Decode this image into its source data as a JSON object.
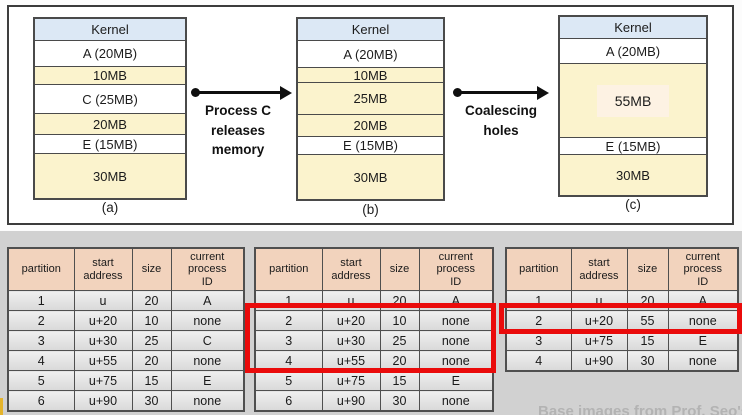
{
  "diagram": {
    "stacks": [
      {
        "caption": "(a)",
        "blocks": [
          "Kernel",
          "A (20MB)",
          "10MB",
          "C (25MB)",
          "20MB",
          "E (15MB)",
          "30MB"
        ]
      },
      {
        "caption": "(b)",
        "blocks": [
          "Kernel",
          "A (20MB)",
          "10MB",
          "25MB",
          "20MB",
          "E (15MB)",
          "30MB"
        ]
      },
      {
        "caption": "(c)",
        "blocks": [
          "Kernel",
          "A (20MB)",
          "55MB",
          "E (15MB)",
          "30MB"
        ]
      }
    ],
    "arrows": [
      {
        "label": "Process C\nreleases\nmemory"
      },
      {
        "label": "Coalescing\nholes"
      }
    ]
  },
  "tables": [
    {
      "headers": [
        "partition",
        "start\naddress",
        "size",
        "current\nprocess\nID"
      ],
      "rows": [
        [
          "1",
          "u",
          "20",
          "A"
        ],
        [
          "2",
          "u+20",
          "10",
          "none"
        ],
        [
          "3",
          "u+30",
          "25",
          "C"
        ],
        [
          "4",
          "u+55",
          "20",
          "none"
        ],
        [
          "5",
          "u+75",
          "15",
          "E"
        ],
        [
          "6",
          "u+90",
          "30",
          "none"
        ]
      ]
    },
    {
      "headers": [
        "partition",
        "start\naddress",
        "size",
        "current\nprocess\nID"
      ],
      "rows": [
        [
          "1",
          "u",
          "20",
          "A"
        ],
        [
          "2",
          "u+20",
          "10",
          "none"
        ],
        [
          "3",
          "u+30",
          "25",
          "none"
        ],
        [
          "4",
          "u+55",
          "20",
          "none"
        ],
        [
          "5",
          "u+75",
          "15",
          "E"
        ],
        [
          "6",
          "u+90",
          "30",
          "none"
        ]
      ]
    },
    {
      "headers": [
        "partition",
        "start\naddress",
        "size",
        "current\nprocess\nID"
      ],
      "rows": [
        [
          "1",
          "u",
          "20",
          "A"
        ],
        [
          "2",
          "u+20",
          "55",
          "none"
        ],
        [
          "3",
          "u+75",
          "15",
          "E"
        ],
        [
          "4",
          "u+90",
          "30",
          "none"
        ]
      ]
    }
  ],
  "footer": {
    "credit": "Base images from Prof. Seo's sl"
  },
  "colors": {
    "kernel_fill": "#dce8f5",
    "hole_fill": "#fbf3cd",
    "process_fill": "#ffffff",
    "table_header_fill": "#f2d3bd",
    "highlight_red": "#ea0b0b",
    "background_gray": "#d1d1d1"
  }
}
